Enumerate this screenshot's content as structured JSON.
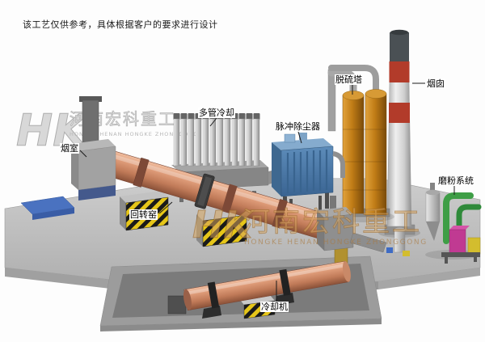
{
  "meta": {
    "disclaimer": "该工艺仅供参考，具体根据客户的要求进行设计"
  },
  "watermark": {
    "logo": "HK",
    "company_cn": "河南宏科重工",
    "company_en": "HONGKE HENAN HONGKE ZHONGGONG"
  },
  "labels": {
    "smoke_chamber": "烟室",
    "rotary_kiln": "回转窑",
    "multi_tube_cooling": "多管冷却",
    "pulse_dust_collector": "脉冲除尘器",
    "desulfurization_tower": "脱硫塔",
    "chimney": "烟囱",
    "grinding_system": "磨粉系统",
    "cooler": "冷却机"
  },
  "colors": {
    "kiln_body": "#cd8767",
    "dust_collector_blue": "#4d7fae",
    "desulfurization_tower_orange": "#bd7a1d",
    "chimney_band_red": "#b23b2a",
    "ground_gray": "#bdbdbd",
    "hazard_yellow": "#e6c619",
    "watermark_tan": "#c89a5a"
  }
}
